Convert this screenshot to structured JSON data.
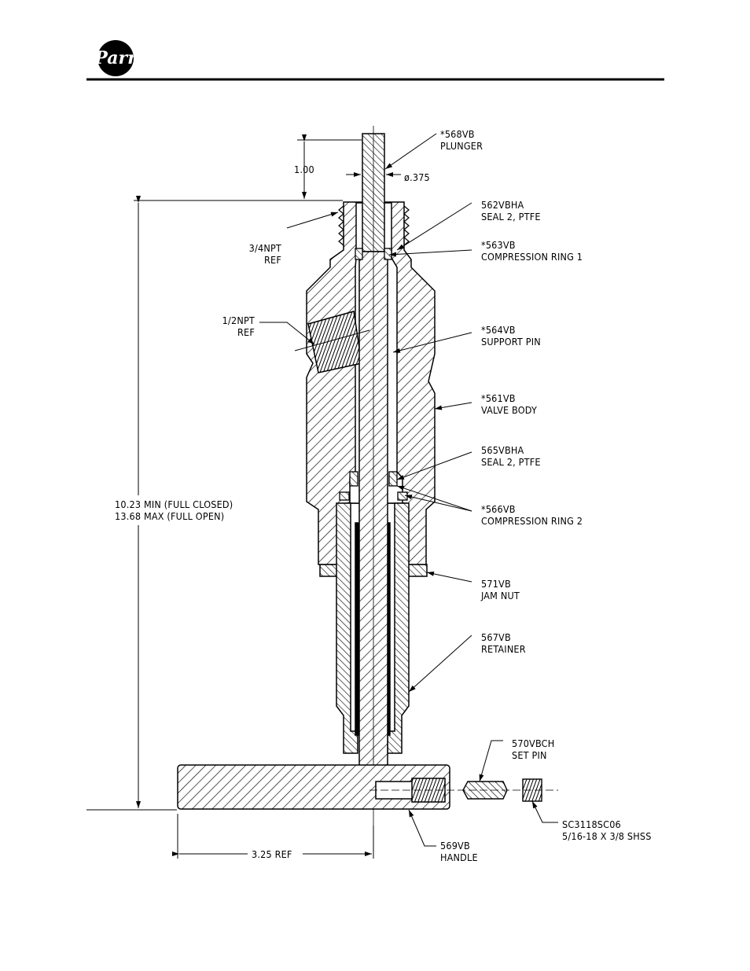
{
  "brand": {
    "logo_text": "Parr"
  },
  "callouts": {
    "plunger": [
      "*568VB",
      "PLUNGER"
    ],
    "seal1": [
      "562VBHA",
      "SEAL 2, PTFE"
    ],
    "ring1": [
      "*563VB",
      "COMPRESSION RING 1"
    ],
    "support_pin": [
      "*564VB",
      "SUPPORT PIN"
    ],
    "valve_body": [
      "*561VB",
      "VALVE BODY"
    ],
    "seal2": [
      "565VBHA",
      "SEAL 2, PTFE"
    ],
    "ring2": [
      "*566VB",
      "COMPRESSION RING 2"
    ],
    "jam_nut": [
      "571VB",
      "JAM NUT"
    ],
    "retainer": [
      "567VB",
      "RETAINER"
    ],
    "set_pin": [
      "570VBCH",
      "SET PIN"
    ],
    "screw": [
      "SC3118SC06",
      "5/16-18 X 3/8 SHSS"
    ],
    "handle": [
      "569VB",
      "HANDLE"
    ],
    "npt34": [
      "3/4NPT",
      "REF"
    ],
    "npt12": [
      "1/2NPT",
      "REF"
    ]
  },
  "dimensions": {
    "top_offset": "1.00",
    "plunger_diameter": "ø.375",
    "overall_height": [
      "10.23 MIN (FULL CLOSED)",
      "13.68 MAX (FULL OPEN)"
    ],
    "handle_length": "3.25 REF"
  }
}
